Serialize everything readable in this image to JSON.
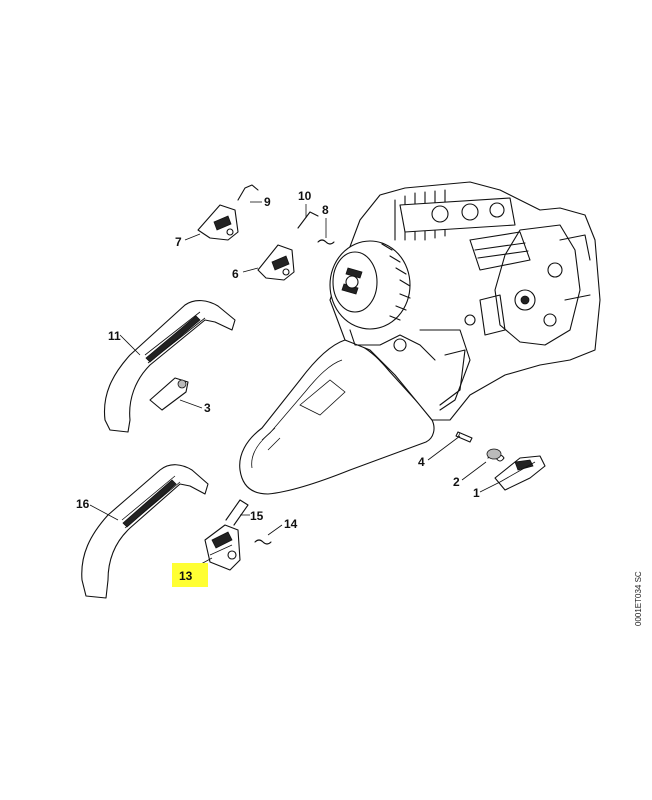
{
  "diagram": {
    "callouts": [
      "1",
      "2",
      "3",
      "4",
      "6",
      "7",
      "8",
      "9",
      "10",
      "11",
      "13",
      "14",
      "15",
      "16"
    ],
    "highlighted_callout": "13",
    "highlight_color": "#ffff33",
    "drawing_code": "0001ET034 SC"
  }
}
